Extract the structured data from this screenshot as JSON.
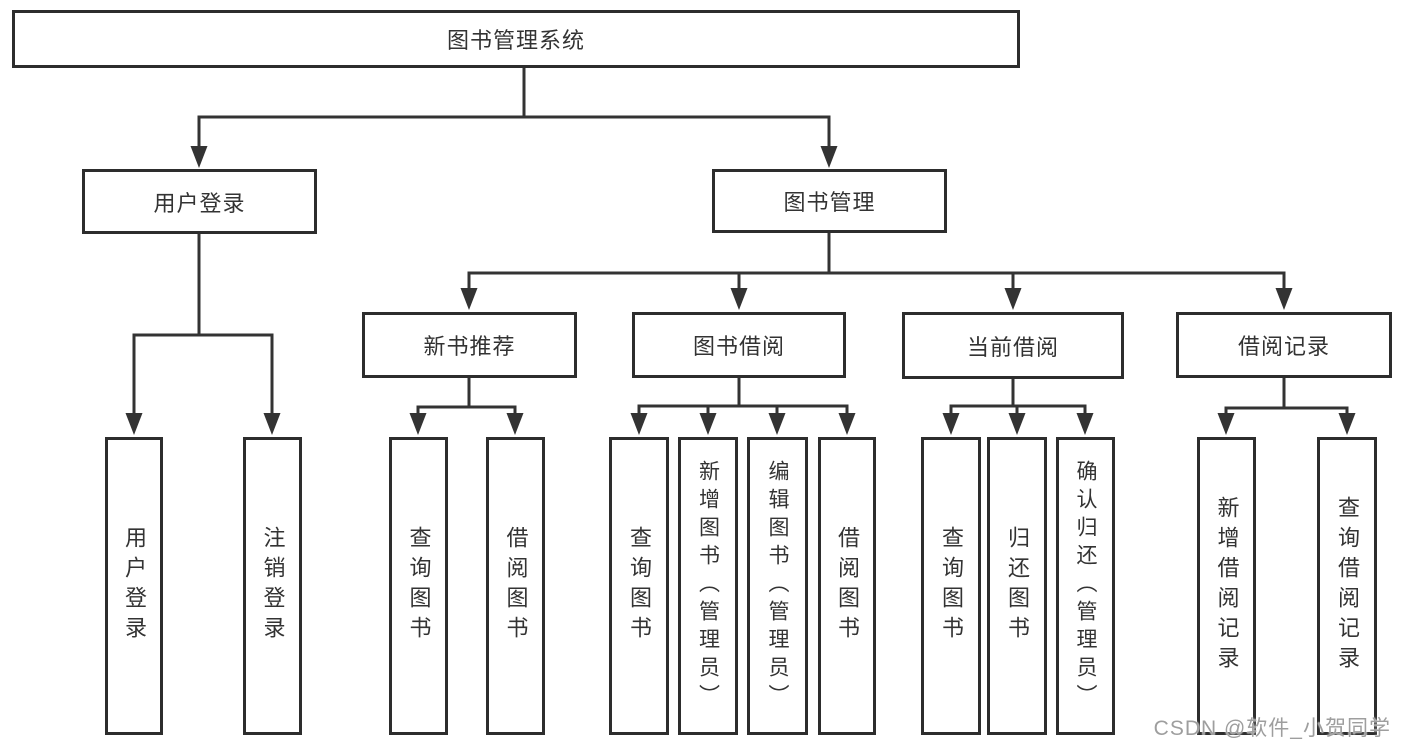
{
  "tree": {
    "root": {
      "label": "图书管理系统"
    },
    "branches": [
      {
        "label": "用户登录",
        "children": [
          {
            "label": "用户登录"
          },
          {
            "label": "注销登录"
          }
        ]
      },
      {
        "label": "图书管理",
        "groups": [
          {
            "label": "新书推荐",
            "children": [
              {
                "label": "查询图书"
              },
              {
                "label": "借阅图书"
              }
            ]
          },
          {
            "label": "图书借阅",
            "children": [
              {
                "label": "查询图书"
              },
              {
                "label": "新增图书（管理员）"
              },
              {
                "label": "编辑图书（管理员）"
              },
              {
                "label": "借阅图书"
              }
            ]
          },
          {
            "label": "当前借阅",
            "children": [
              {
                "label": "查询图书"
              },
              {
                "label": "归还图书"
              },
              {
                "label": "确认归还（管理员）"
              }
            ]
          },
          {
            "label": "借阅记录",
            "children": [
              {
                "label": "新增借阅记录"
              },
              {
                "label": "查询借阅记录"
              }
            ]
          }
        ]
      }
    ]
  },
  "watermark": {
    "text": "CSDN @软件_小贺同学"
  },
  "colors": {
    "line": "#333333",
    "box_border": "#2d2d2d",
    "text": "#333333",
    "watermark_text": "#9e9e9e",
    "background": "#ffffff"
  }
}
